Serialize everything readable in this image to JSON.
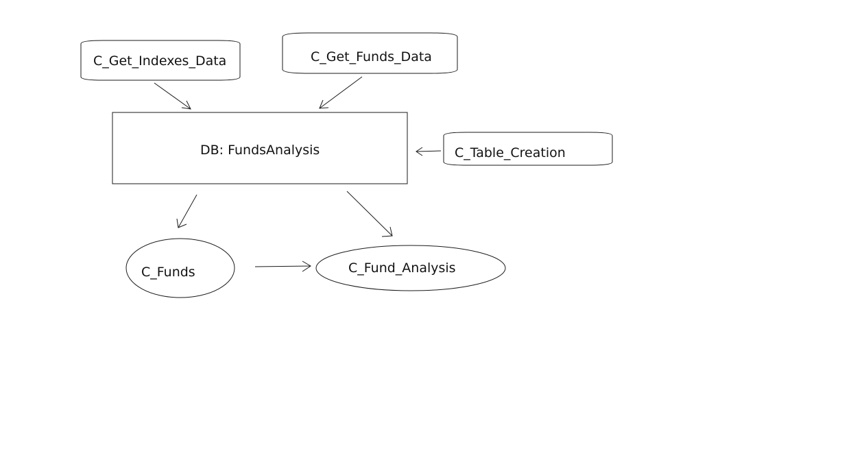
{
  "diagram": {
    "nodes": {
      "get_indexes": {
        "label": "C_Get_Indexes_Data"
      },
      "get_funds": {
        "label": "C_Get_Funds_Data"
      },
      "db": {
        "label": "DB: FundsAnalysis"
      },
      "table_creation": {
        "label": "C_Table_Creation"
      },
      "funds": {
        "label": "C_Funds"
      },
      "fund_analysis": {
        "label": "C_Fund_Analysis"
      }
    },
    "edges": [
      {
        "from": "get_indexes",
        "to": "db"
      },
      {
        "from": "get_funds",
        "to": "db"
      },
      {
        "from": "table_creation",
        "to": "db"
      },
      {
        "from": "db",
        "to": "funds"
      },
      {
        "from": "db",
        "to": "fund_analysis"
      },
      {
        "from": "funds",
        "to": "fund_analysis"
      }
    ]
  }
}
